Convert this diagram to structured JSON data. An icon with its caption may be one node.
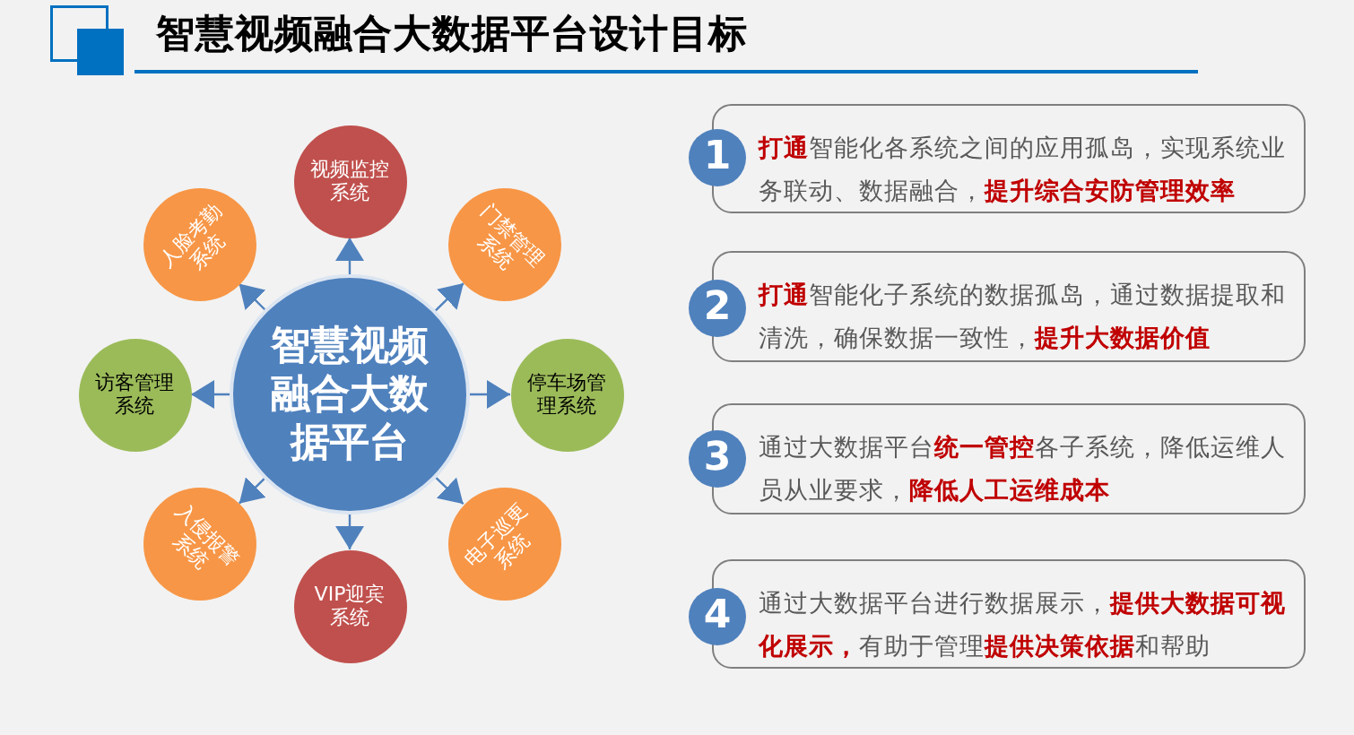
{
  "diagram": {
    "title": "智慧视频融合大数据平台设计目标",
    "nodes": [
      {
        "text": [
          "智慧视频融合大数据平台"
        ]
      },
      {
        "text": [
          "视频监控系统"
        ]
      },
      {
        "text": [
          "门禁管理系统"
        ]
      },
      {
        "text": [
          "停车场管理系统"
        ]
      },
      {
        "text": [
          "电子巡更系统"
        ]
      },
      {
        "text": [
          "VIP迎宾系统"
        ]
      },
      {
        "text": [
          "入侵报警系统"
        ]
      },
      {
        "text": [
          "访客管理系统"
        ]
      },
      {
        "text": [
          "人脸考勤系统"
        ]
      },
      {
        "text": [
          "1"
        ]
      },
      {
        "text": [
          "**打通**智能化各系统之间的应用孤岛，实现系统业务联动、数据融合，**提升综合安防管理效率**"
        ]
      },
      {
        "text": [
          "2"
        ]
      },
      {
        "text": [
          "**打通**智能化子系统的数据孤岛，通过数据提取和清洗，确保数据一致性，**提升大数据价值**"
        ]
      },
      {
        "text": [
          "3"
        ]
      },
      {
        "text": [
          "通过大数据平台**统一管控**各子系统，降低运维人员从业要求，**降低人工运维成本**"
        ]
      },
      {
        "text": [
          "4"
        ]
      },
      {
        "text": [
          "通过大数据平台进行数据展示，**提供大数据可视化展示，**有助于管理**提供决策依据**和帮助"
        ]
      }
    ],
    "edges": [
      {
        "from": 0,
        "to": 1,
        "arrow": "to"
      },
      {
        "from": 0,
        "to": 2,
        "arrow": "to"
      },
      {
        "from": 0,
        "to": 3,
        "arrow": "to"
      },
      {
        "from": 0,
        "to": 4,
        "arrow": "to"
      },
      {
        "from": 0,
        "to": 5,
        "arrow": "to"
      },
      {
        "from": 0,
        "to": 6,
        "arrow": "to"
      },
      {
        "from": 0,
        "to": 7,
        "arrow": "to"
      },
      {
        "from": 0,
        "to": 8,
        "arrow": "to"
      }
    ]
  }
}
